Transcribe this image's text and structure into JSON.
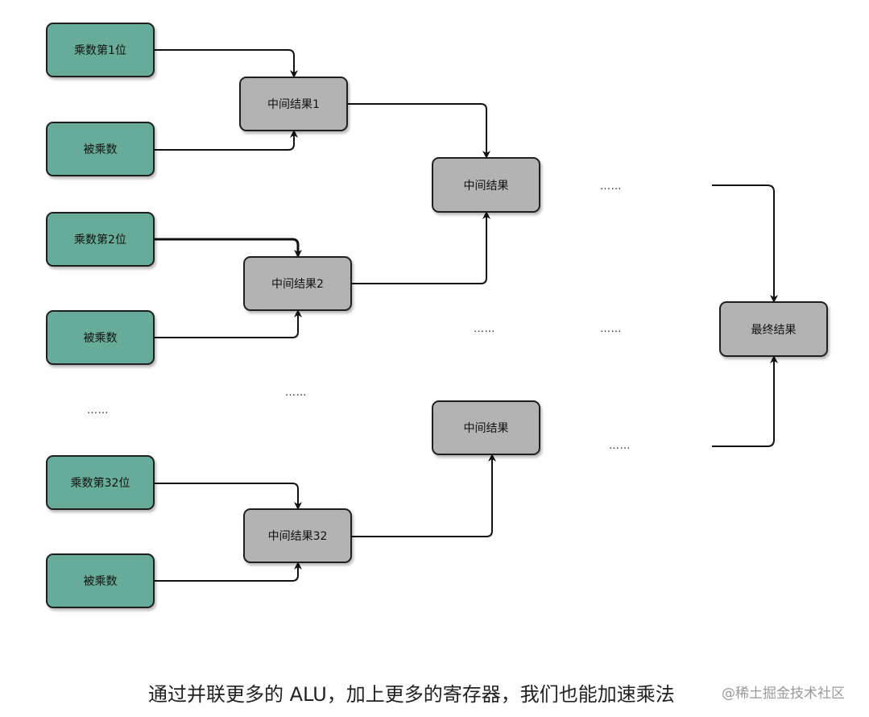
{
  "inputs": {
    "multiplier_bit1": "乘数第1位",
    "multiplicand_1": "被乘数",
    "multiplier_bit2": "乘数第2位",
    "multiplicand_2": "被乘数",
    "multiplier_bit32": "乘数第32位",
    "multiplicand_3": "被乘数"
  },
  "intermediates": {
    "result1": "中间结果1",
    "result2": "中间结果2",
    "result32": "中间结果32",
    "merged_top": "中间结果",
    "merged_bottom": "中间结果"
  },
  "final": "最终结果",
  "ellipsis": "……",
  "caption": "通过并联更多的 ALU，加上更多的寄存器，我们也能加速乘法",
  "watermark": "@稀土掘金技术社区",
  "colors": {
    "input_fill": "#67ab9a",
    "intermediate_fill": "#b3b3b3",
    "stroke": "#1f1f1f"
  }
}
